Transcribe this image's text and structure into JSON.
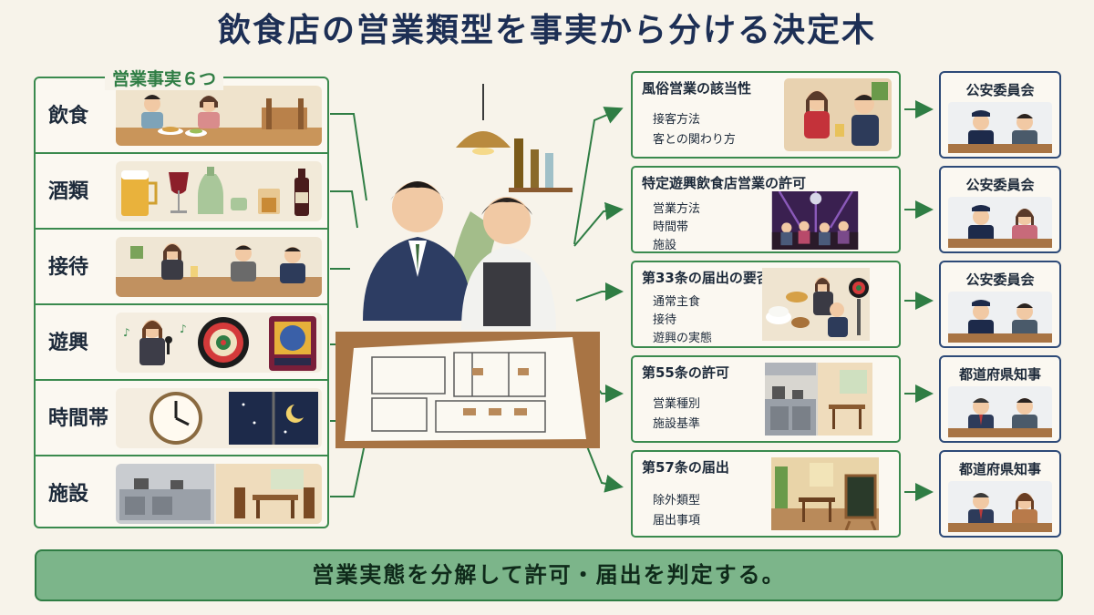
{
  "title": "飲食店の営業類型を事実から分ける決定木",
  "facts_label": "営業事実６つ",
  "facts": [
    {
      "name": "飲食"
    },
    {
      "name": "酒類"
    },
    {
      "name": "接待"
    },
    {
      "name": "遊興"
    },
    {
      "name": "時間帯"
    },
    {
      "name": "施設"
    }
  ],
  "categories": [
    {
      "title": "風俗営業の該当性",
      "items": [
        "接客方法",
        "客との関わり方"
      ],
      "authority": "公安委員会"
    },
    {
      "title": "特定遊興飲食店営業の許可",
      "items": [
        "営業方法",
        "時間帯",
        "施設"
      ],
      "authority": "公安委員会"
    },
    {
      "title": "第33条の届出の要否",
      "items": [
        "通常主食",
        "接待",
        "遊興の実態"
      ],
      "authority": "公安委員会"
    },
    {
      "title": "第55条の許可",
      "items": [
        "営業種別",
        "施設基準"
      ],
      "authority": "都道府県知事"
    },
    {
      "title": "第57条の届出",
      "items": [
        "除外類型",
        "届出事項"
      ],
      "authority": "都道府県知事"
    }
  ],
  "conclusion": "営業実態を分解して許可・届出を判定する。",
  "colors": {
    "green": "#3a8a4e",
    "navy": "#1d2f55",
    "band": "#7cb58a"
  }
}
